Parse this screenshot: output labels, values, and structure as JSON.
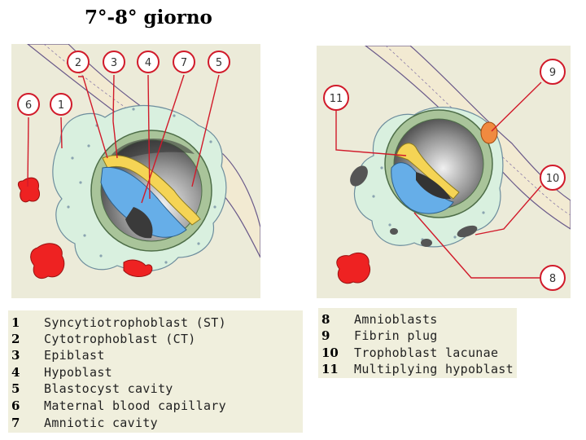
{
  "title": "7°-8° giorno",
  "diagram": {
    "callouts_left": [
      "2",
      "3",
      "4",
      "7",
      "5",
      "6",
      "1"
    ],
    "callouts_right": [
      "9",
      "11",
      "10",
      "8"
    ],
    "colors": {
      "background_panel": "#ecebd9",
      "trophoblast": "#d9f0df",
      "cytotrophoblast_cell": "#a9c49a",
      "epiblast_cell": "#f5d455",
      "hypoblast_cell": "#66aee8",
      "cavity": "#707070",
      "blood": "#ee2222",
      "callout": "#d11a2a",
      "endometrium_epithelium": "#f2ead2",
      "fibrin_plug": "#f08a40"
    }
  },
  "legend_left": [
    {
      "num": "1",
      "text": "Syncytiotrophoblast (ST)"
    },
    {
      "num": "2",
      "text": "Cytotrophoblast (CT)"
    },
    {
      "num": "3",
      "text": "Epiblast"
    },
    {
      "num": "4",
      "text": "Hypoblast"
    },
    {
      "num": "5",
      "text": "Blastocyst cavity"
    },
    {
      "num": "6",
      "text": "Maternal blood capillary"
    },
    {
      "num": "7",
      "text": "Amniotic cavity"
    }
  ],
  "legend_right": [
    {
      "num": "8",
      "text": "Amnioblasts"
    },
    {
      "num": "9",
      "text": "Fibrin plug"
    },
    {
      "num": "10",
      "text": "Trophoblast lacunae"
    },
    {
      "num": "11",
      "text": "Multiplying hypoblast"
    }
  ]
}
